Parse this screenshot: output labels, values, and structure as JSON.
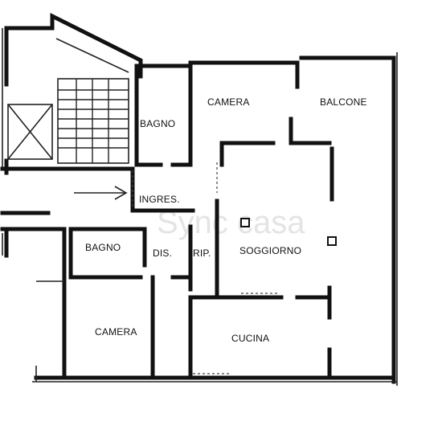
{
  "rooms": {
    "camera_top": "CAMERA",
    "balcone": "BALCONE",
    "bagno_top": "BAGNO",
    "ingresso": "INGRES.",
    "bagno_bottom": "BAGNO",
    "disimpegno": "DIS.",
    "ripostiglio": "RIP.",
    "soggiorno": "SOGGIORNO",
    "camera_bottom": "CAMERA",
    "cucina": "CUCINA"
  },
  "watermark": "Sync casa"
}
